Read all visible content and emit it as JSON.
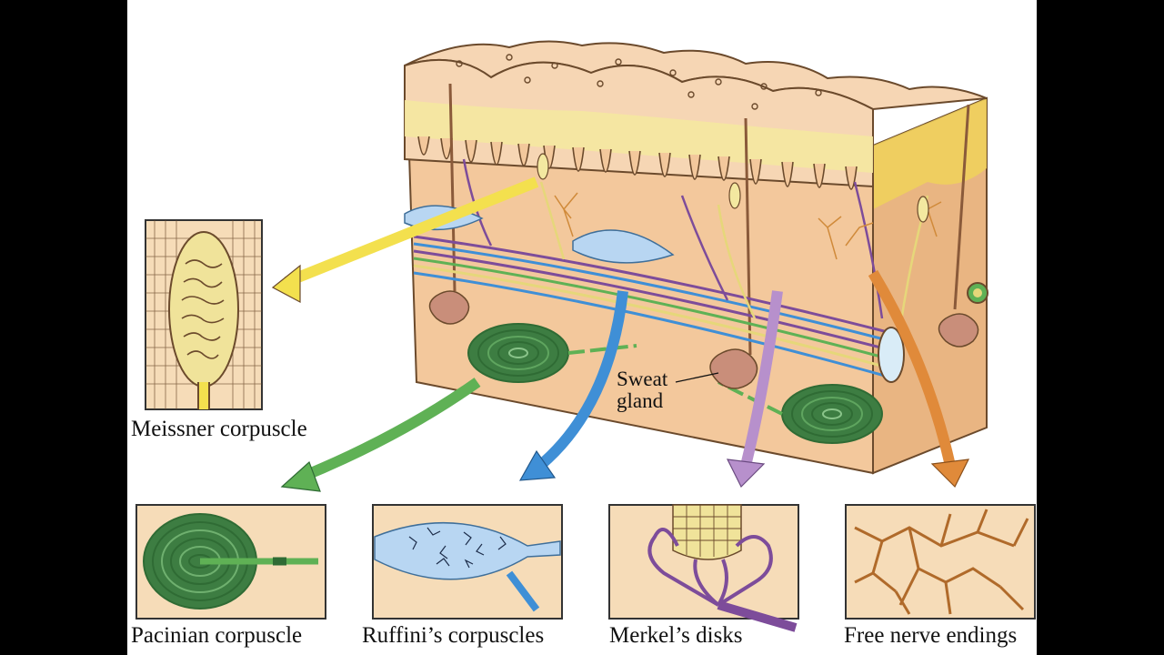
{
  "labels": {
    "meissner": "Meissner corpuscle",
    "pacinian": "Pacinian corpuscle",
    "ruffini": "Ruffini’s corpuscles",
    "merkel": "Merkel’s disks",
    "free": "Free nerve endings",
    "sweat_line1": "Sweat",
    "sweat_line2": "gland"
  },
  "colors": {
    "epidermis_top": "#f6d6b4",
    "epidermis_yellow": "#f5e8a0",
    "dermis": "#f3c89c",
    "dermis_side": "#e9b582",
    "side_yellow": "#f0d25a",
    "outline": "#6b4a2c",
    "meissner_arrow": "#f3e04e",
    "pacinian_arrow": "#5fb155",
    "ruffini_arrow": "#3f8fd6",
    "merkel_arrow": "#b790cc",
    "free_arrow": "#e08a3a",
    "pacinian_green": "#2f6b34",
    "ruffini_blue": "#b8d6f2",
    "nerve_purple": "#7d4c9a",
    "nerve_yellow": "#e6d77a",
    "free_nerve": "#b06a2a",
    "sweat_gland": "#c98e7a"
  }
}
